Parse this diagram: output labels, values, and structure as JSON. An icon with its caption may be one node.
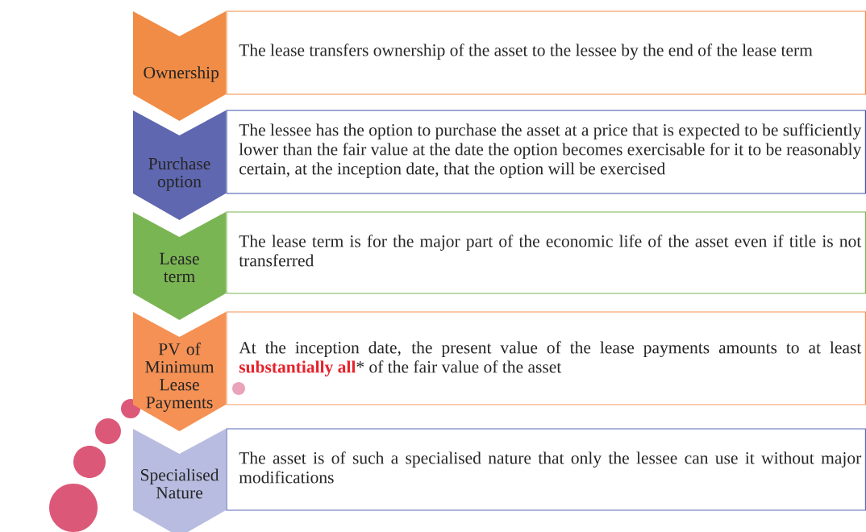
{
  "diagram": {
    "nodes": [
      {
        "text": [
          "Ownership"
        ]
      },
      {
        "text": [
          "The lease transfers ownership of the asset to the lessee by the end of the lease term"
        ]
      },
      {
        "text": [
          "Purchase option"
        ]
      },
      {
        "text": [
          "The lessee has the option to purchase the asset at a price that is expected to be sufficiently lower than the fair value at the date the option becomes exercisable for it to be reasonably certain, at the inception date, that the option will be exercised"
        ]
      },
      {
        "text": [
          "Lease term"
        ]
      },
      {
        "text": [
          "The lease term is for the major part of the economic life of the asset even if title is not transferred"
        ]
      },
      {
        "text": [
          "PV of Minimum Lease Payments"
        ]
      },
      {
        "text": [
          "At the inception date, the present value of the lease payments amounts to at least **substantially all*** of the fair value of the asset"
        ]
      },
      {
        "text": [
          "Specialised Nature"
        ]
      },
      {
        "text": [
          "The asset is of such a specialised nature that only the lessee can use it without major modifications"
        ]
      }
    ]
  }
}
